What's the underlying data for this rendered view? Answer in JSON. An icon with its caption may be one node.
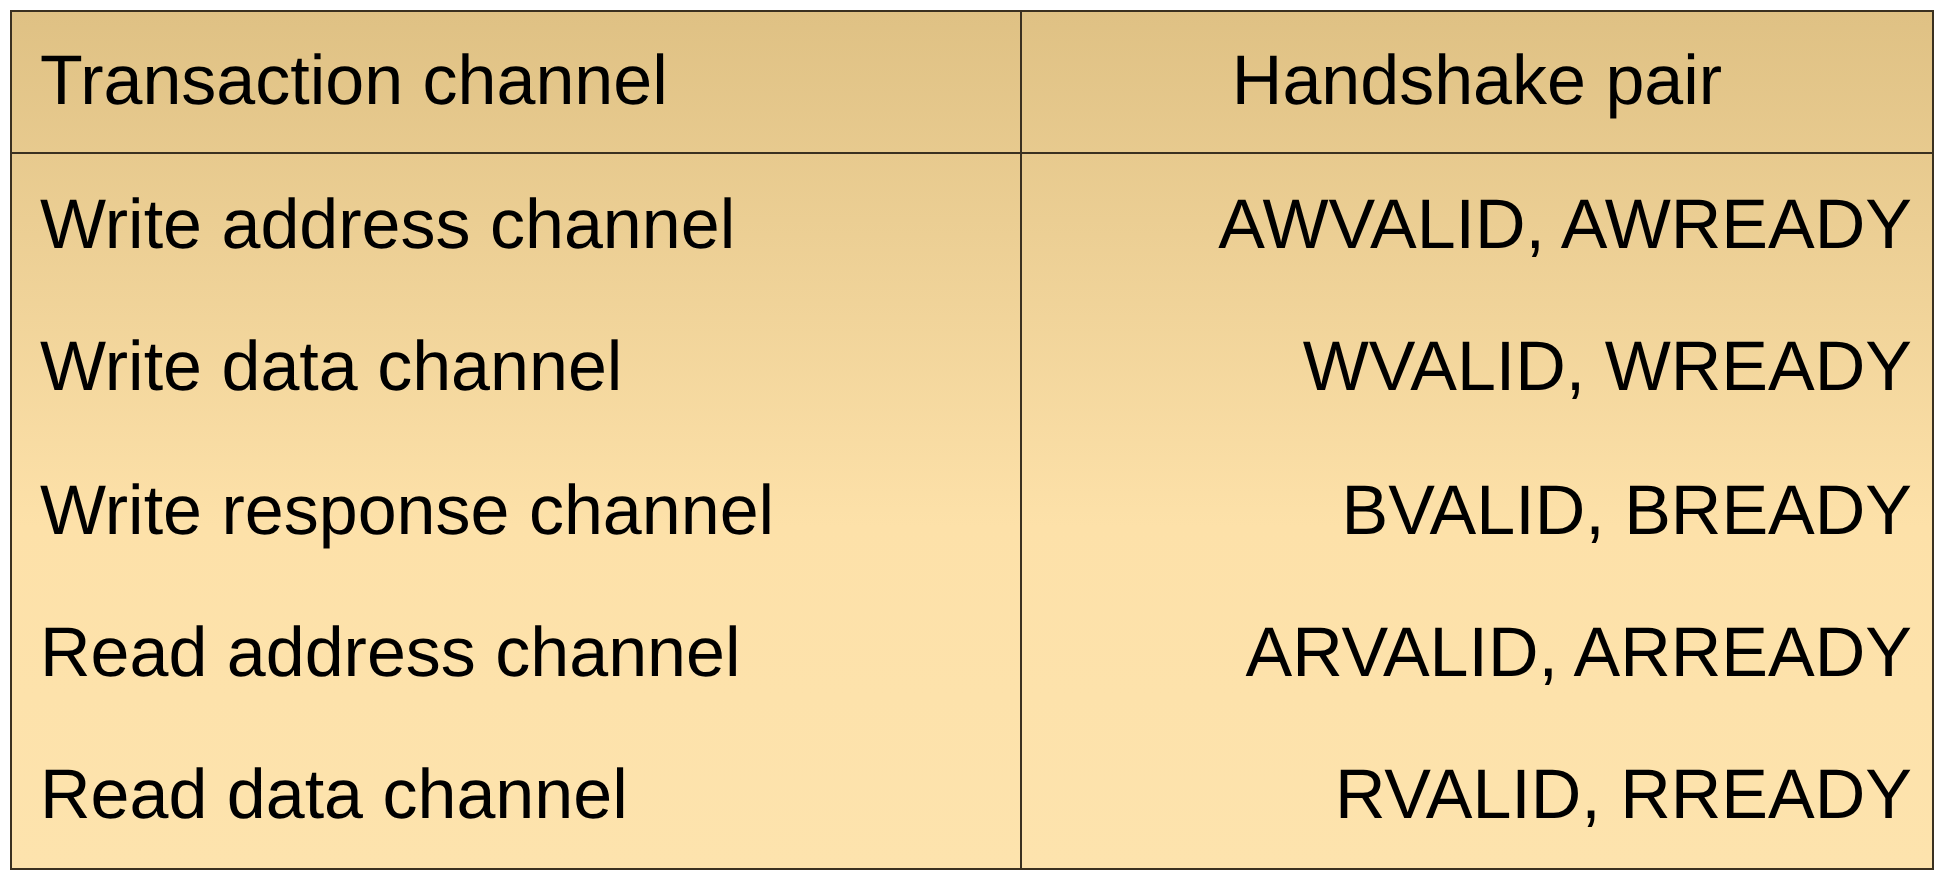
{
  "diagram": {
    "labels": [
      "Transaction channel",
      "Handshake pair",
      "Write address channel",
      "AWVALID, AWREADY",
      "Write data channel",
      "WVALID, WREADY",
      "Write response channel",
      "BVALID, BREADY",
      "Read address channel",
      "ARVALID, ARREADY",
      "Read data channel",
      "RVALID, RREADY"
    ]
  }
}
